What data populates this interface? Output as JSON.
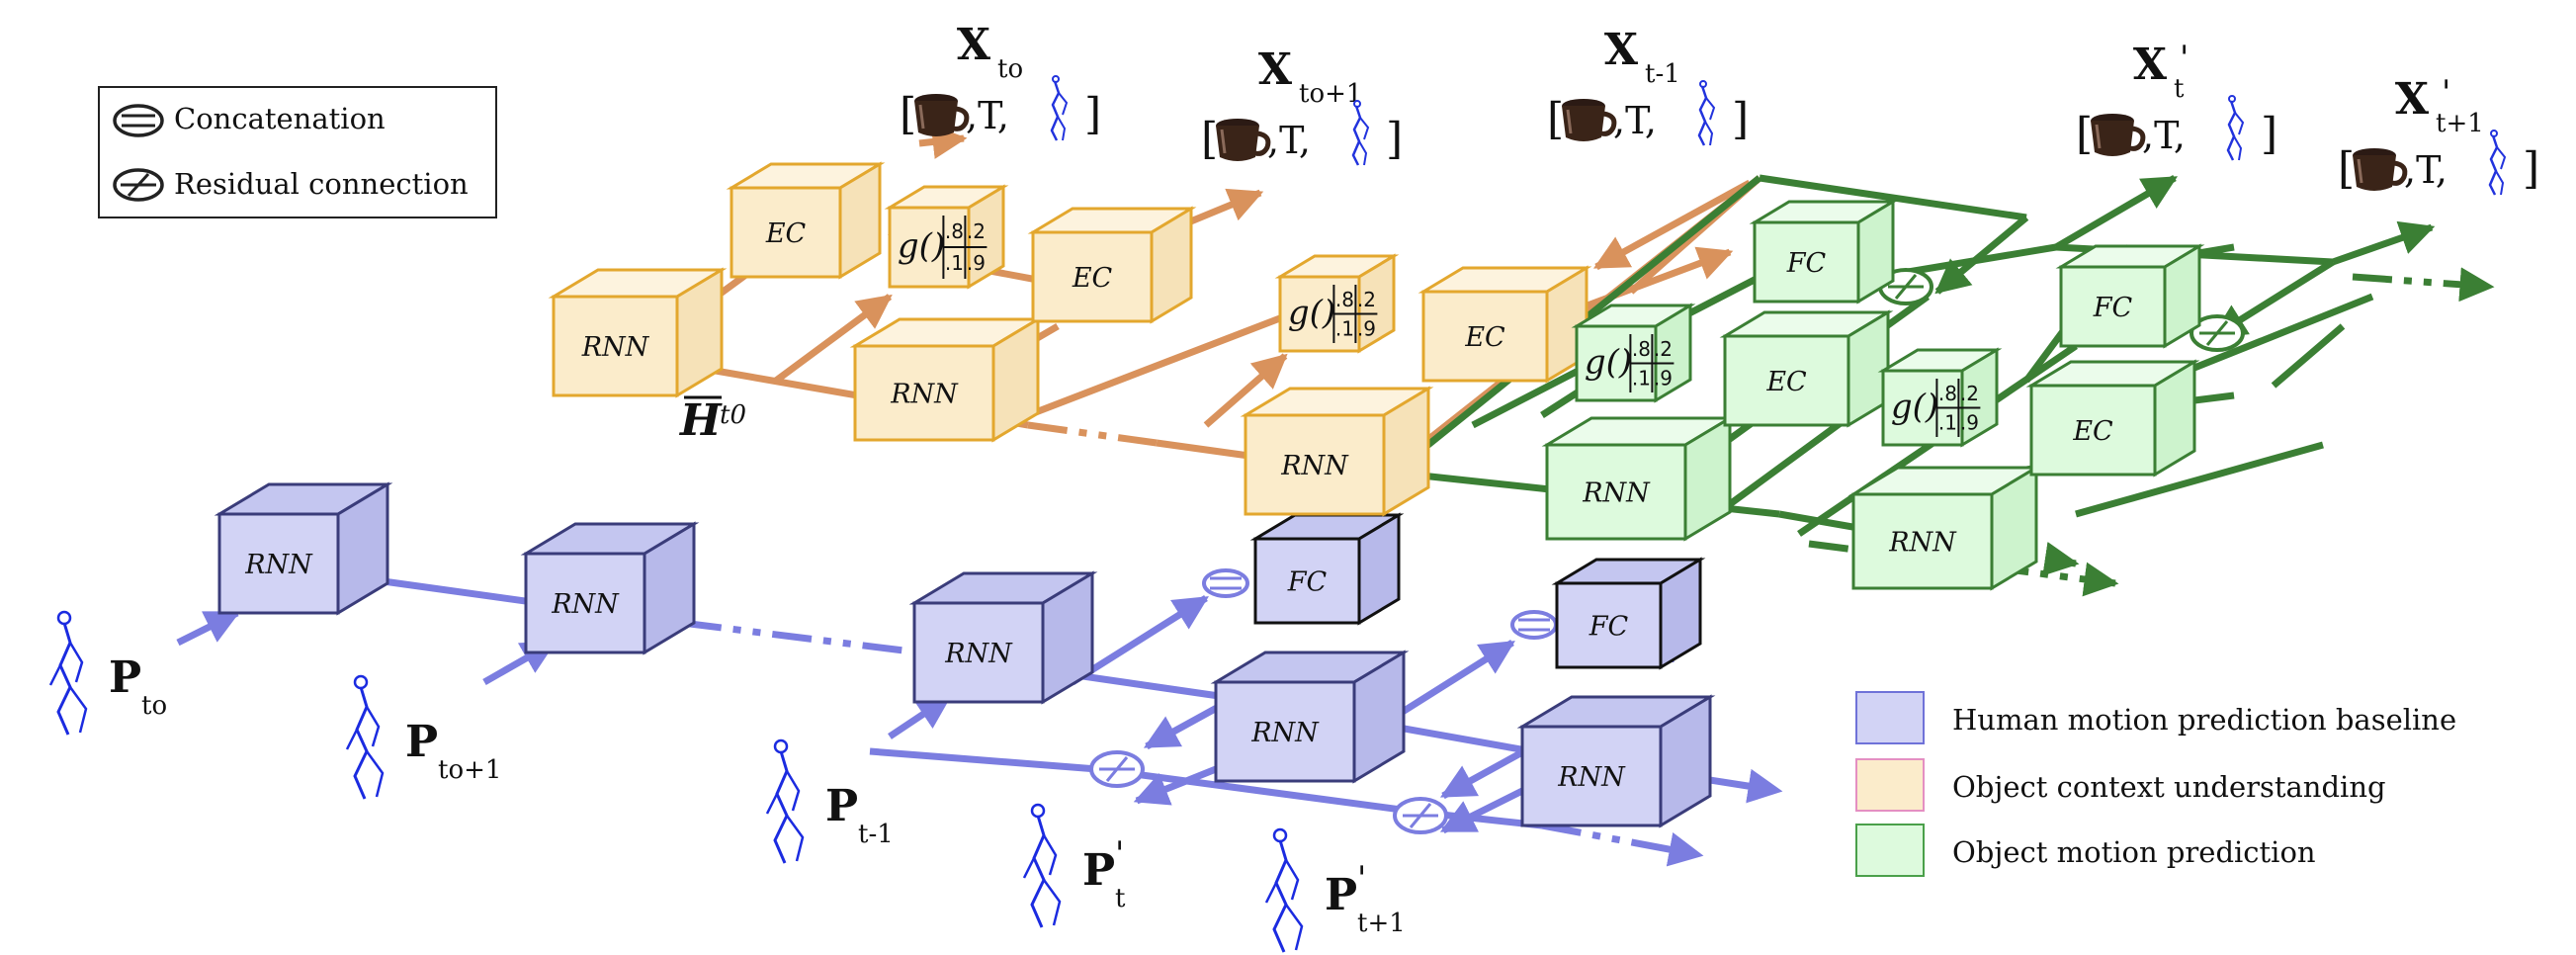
{
  "ops_legend": {
    "concat": "Concatenation",
    "residual": "Residual connection"
  },
  "color_legend": [
    {
      "label": "Human motion prediction baseline",
      "fill": "#d2d3f5",
      "stroke": "#6f72d8"
    },
    {
      "label": "Object context understanding",
      "fill": "#fbeccb",
      "stroke": "#e48fc2"
    },
    {
      "label": "Object motion prediction",
      "fill": "#ddfadd",
      "stroke": "#4aa04a"
    }
  ],
  "colors": {
    "human": "#7b7de0",
    "human_box": "#d2d3f5",
    "context": "#d9925c",
    "context_box": "#fbeccb",
    "context_stroke": "#e3a72e",
    "object": "#3b7f34",
    "object_box": "#ddfadd"
  },
  "blocks": {
    "rnn": "RNN",
    "ec": "EC",
    "fc": "FC",
    "g": "g()"
  },
  "matrix": [
    ".8",
    ".2",
    ".1",
    ".9"
  ],
  "hidden": "H",
  "hidden_sub": "t0",
  "object_tuple": {
    "open": "[",
    "t": ",T,",
    "close": "]"
  },
  "x_labels": [
    {
      "main": "X",
      "sub": "to",
      "prime": ""
    },
    {
      "main": "X",
      "sub": "to+1",
      "prime": ""
    },
    {
      "main": "X",
      "sub": "t-1",
      "prime": ""
    },
    {
      "main": "X",
      "sub": "t",
      "prime": "'"
    },
    {
      "main": "X",
      "sub": "t+1",
      "prime": "'"
    }
  ],
  "p_labels": [
    {
      "main": "P",
      "sub": "to",
      "prime": ""
    },
    {
      "main": "P",
      "sub": "to+1",
      "prime": ""
    },
    {
      "main": "P",
      "sub": "t-1",
      "prime": ""
    },
    {
      "main": "P",
      "sub": "t",
      "prime": "'"
    },
    {
      "main": "P",
      "sub": "t+1",
      "prime": "'"
    }
  ]
}
